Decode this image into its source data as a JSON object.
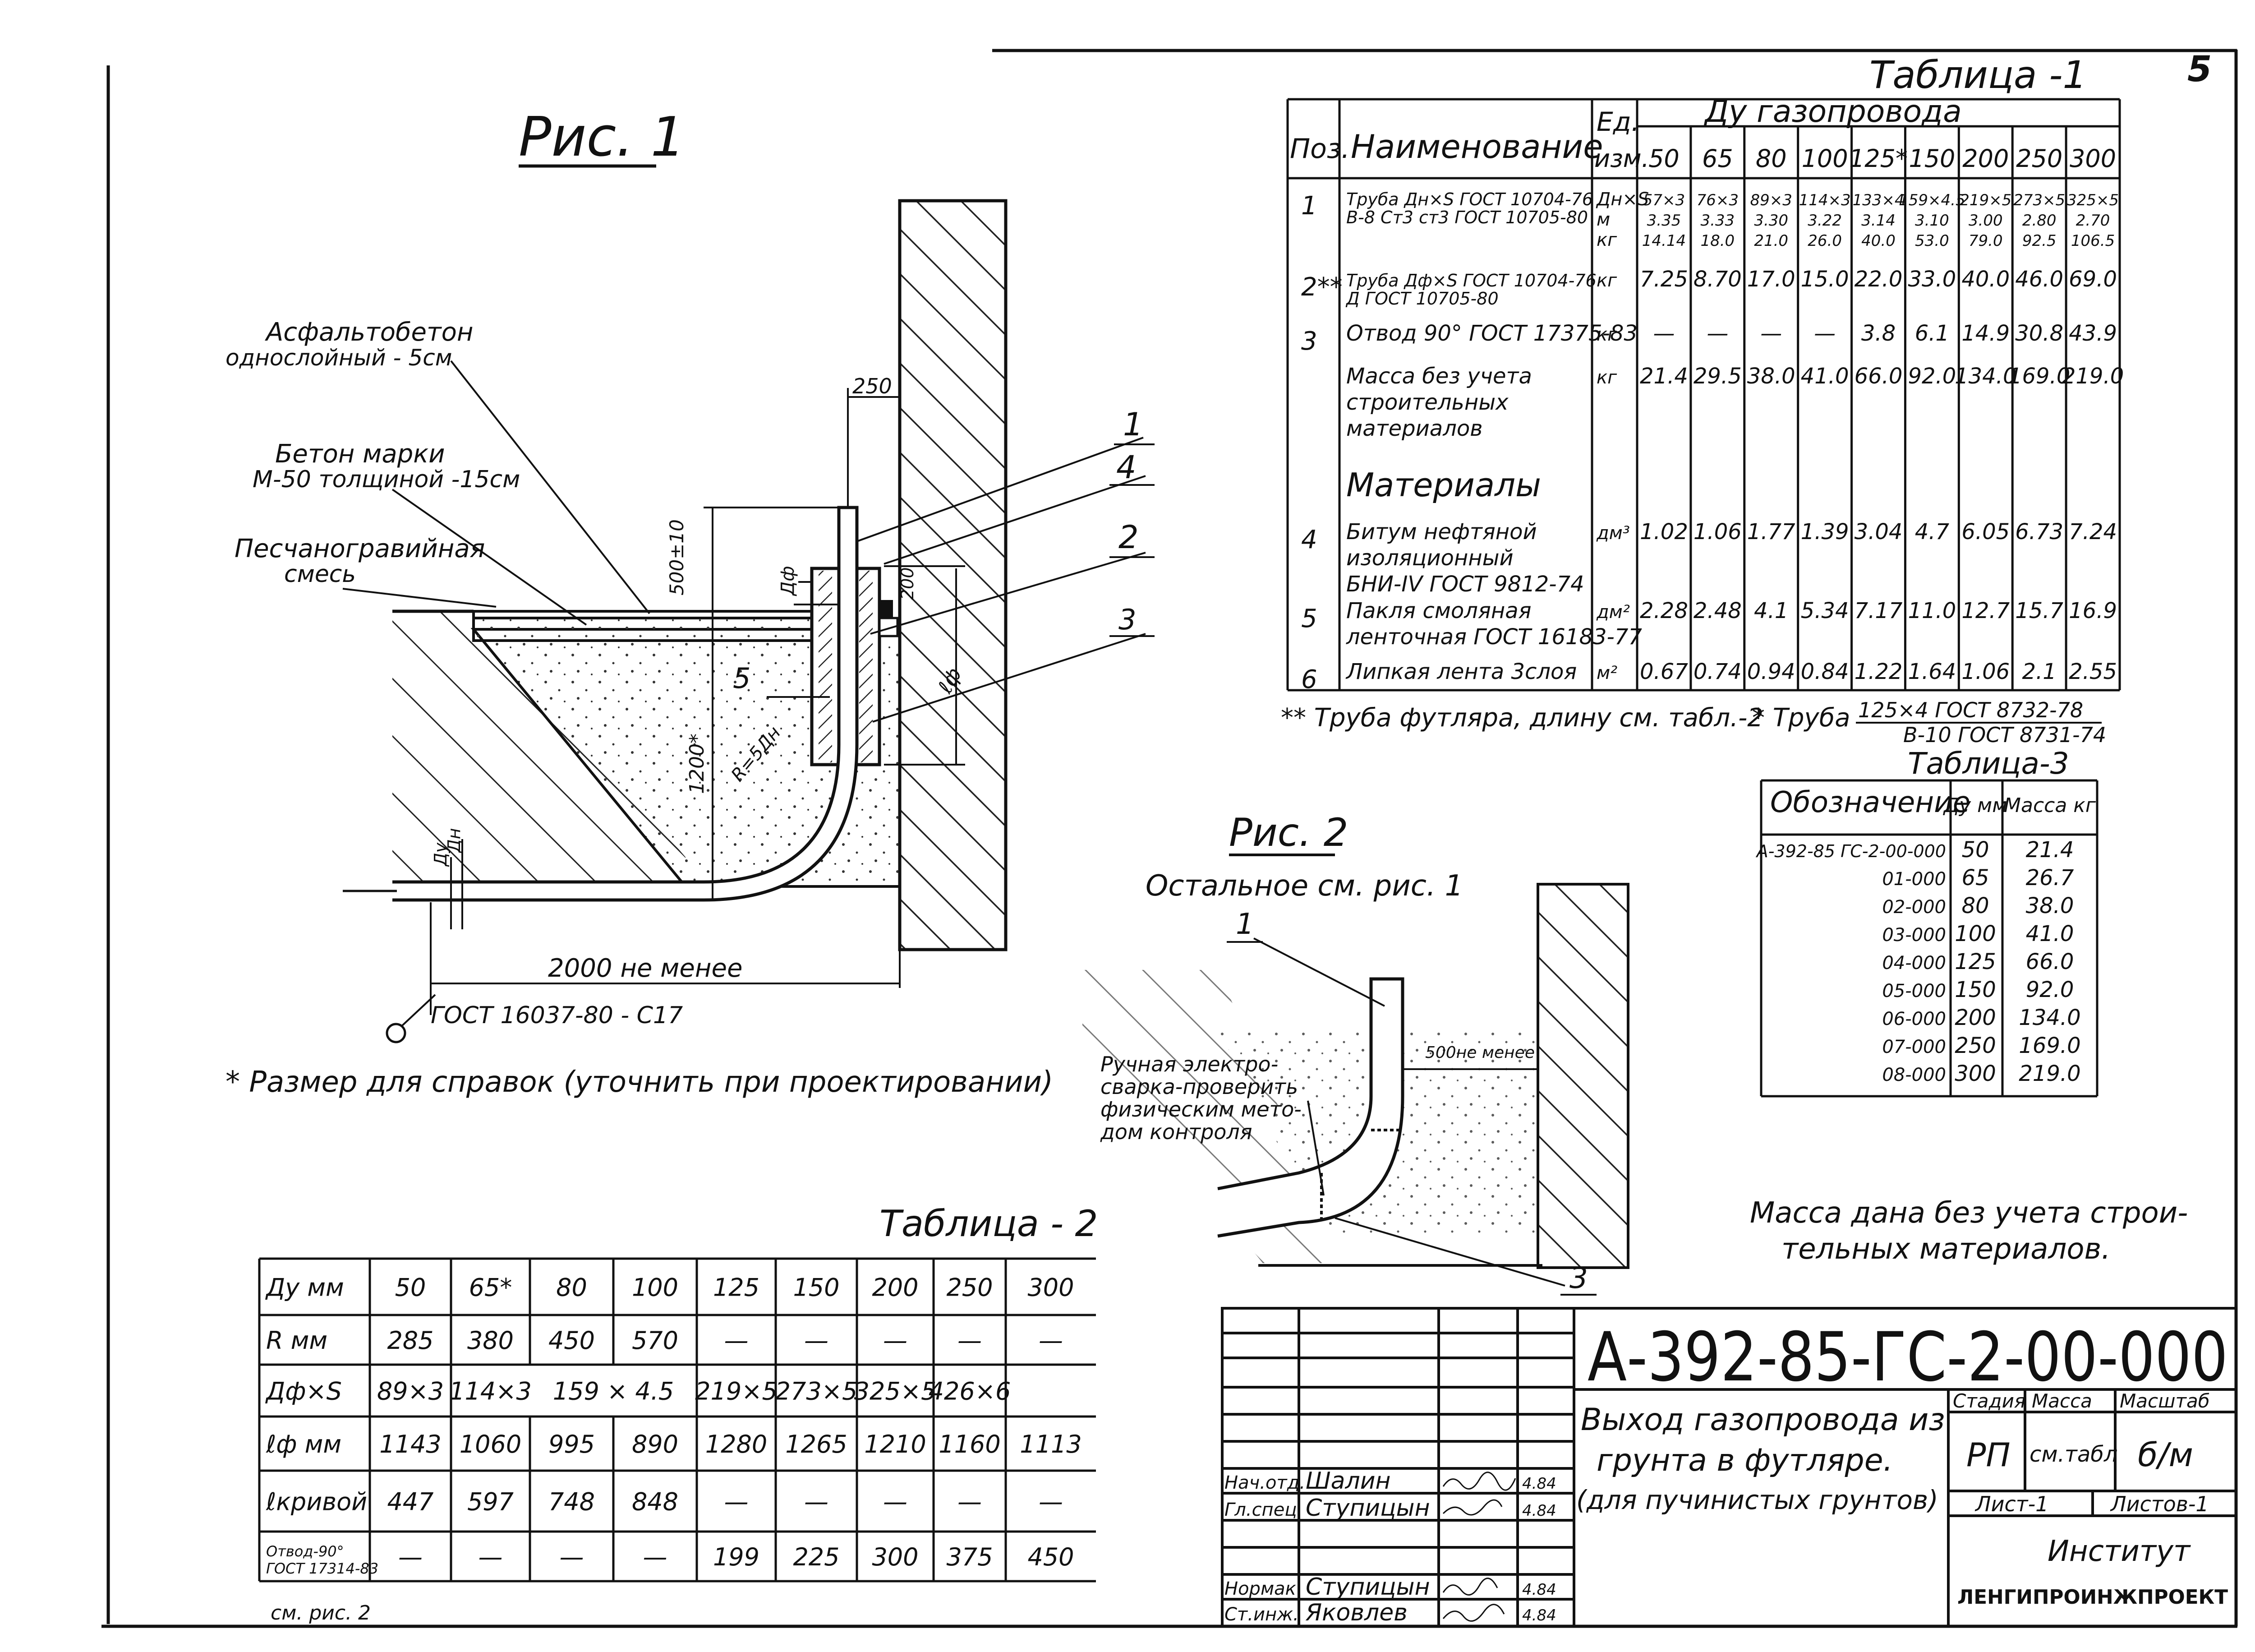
{
  "sheet_number": "5",
  "fig1": {
    "title": "Рис. 1",
    "label_asphalt_1": "Асфальтобетон",
    "label_asphalt_2": "однослойный - 5см",
    "label_concrete_1": "Бетон марки",
    "label_concrete_2": "М-50 толщиной -15см",
    "label_sand_1": "Песчаногравийная",
    "label_sand_2": "смесь",
    "dim_250": "250",
    "dim_500": "500±10",
    "dim_200": "200",
    "dim_1200": "1200*",
    "dim_df": "Дф",
    "dim_lf": "ℓф",
    "dim_R": "R=5Дн",
    "dim_du": "Ду",
    "dim_dn": "Дн",
    "dim_2000": "2000 не менее",
    "gost_weld": "ГОСТ 16037-80 - С17",
    "callouts": [
      "1",
      "4",
      "2",
      "5",
      "3"
    ],
    "footnote": "* Размер для справок (уточнить при проектировании)"
  },
  "fig2": {
    "title": "Рис. 2",
    "subtitle": "Остальное см. рис. 1",
    "callout_1": "1",
    "callout_3": "3",
    "dim_500": "500не менее",
    "weld_note": [
      "Ручная электро-",
      "сварка-проверить",
      "физическим мето-",
      "дом контроля"
    ]
  },
  "table1": {
    "title": "Таблица -1",
    "headers": {
      "pos": "Поз.",
      "name": "Наименование",
      "unit_1": "Ед.",
      "unit_2": "изм.",
      "du_group": "Ду газопровода",
      "du": [
        "50",
        "65",
        "80",
        "100",
        "125*",
        "150",
        "200",
        "250",
        "300"
      ]
    },
    "rows": [
      {
        "pos": "1",
        "name": [
          "Труба Дн×S ГОСТ 10704-76",
          "В-8 Ст3 ст3 ГОСТ 10705-80"
        ],
        "unit": [
          "Дн×S",
          "м",
          "кг"
        ],
        "values": [
          [
            "57×3",
            "76×3",
            "89×3",
            "114×3",
            "133×4",
            "159×4.5",
            "219×5",
            "273×5",
            "325×5"
          ],
          [
            "3.35",
            "3.33",
            "3.30",
            "3.22",
            "3.14",
            "3.10",
            "3.00",
            "2.80",
            "2.70"
          ],
          [
            "14.14",
            "18.0",
            "21.0",
            "26.0",
            "40.0",
            "53.0",
            "79.0",
            "92.5",
            "106.5"
          ]
        ]
      },
      {
        "pos": "2**",
        "name": [
          "Труба Дф×S ГОСТ 10704-76",
          "Д ГОСТ 10705-80"
        ],
        "unit": [
          "кг"
        ],
        "values": [
          [
            "7.25",
            "8.70",
            "17.0",
            "15.0",
            "22.0",
            "33.0",
            "40.0",
            "46.0",
            "69.0"
          ]
        ]
      },
      {
        "pos": "3",
        "name": [
          "Отвод 90° ГОСТ 17375-83"
        ],
        "unit": [
          "кг"
        ],
        "values": [
          [
            "—",
            "—",
            "—",
            "—",
            "3.8",
            "6.1",
            "14.9",
            "30.8",
            "43.9"
          ]
        ]
      },
      {
        "pos": "",
        "name": [
          "Масса без учета",
          "строительных",
          "материалов"
        ],
        "unit": [
          "кг"
        ],
        "values": [
          [
            "21.4",
            "29.5",
            "38.0",
            "41.0",
            "66.0",
            "92.0",
            "134.0",
            "169.0",
            "219.0"
          ]
        ]
      },
      {
        "pos": "",
        "name": [
          "Материалы"
        ],
        "unit": [
          ""
        ],
        "values": []
      },
      {
        "pos": "4",
        "name": [
          "Битум нефтяной",
          "изоляционный",
          "БНИ-IV ГОСТ 9812-74"
        ],
        "unit": [
          "дм³"
        ],
        "values": [
          [
            "1.02",
            "1.06",
            "1.77",
            "1.39",
            "3.04",
            "4.7",
            "6.05",
            "6.73",
            "7.24"
          ]
        ]
      },
      {
        "pos": "5",
        "name": [
          "Пакля смоляная",
          "ленточная ГОСТ 16183-77"
        ],
        "unit": [
          "дм²"
        ],
        "values": [
          [
            "2.28",
            "2.48",
            "4.1",
            "5.34",
            "7.17",
            "11.0",
            "12.7",
            "15.7",
            "16.9"
          ]
        ]
      },
      {
        "pos": "6",
        "name": [
          "Липкая лента 3слоя"
        ],
        "unit": [
          "м²"
        ],
        "values": [
          [
            "0.67",
            "0.74",
            "0.94",
            "0.84",
            "1.22",
            "1.64",
            "1.06",
            "2.1",
            "2.55"
          ]
        ]
      }
    ],
    "footnote_left": "** Труба футляра, длину см. табл.-2",
    "footnote_right_1": "* Труба",
    "footnote_right_num": "125×4 ГОСТ 8732-78",
    "footnote_right_den": "В-10 ГОСТ 8731-74"
  },
  "table3": {
    "title": "Таблица-3",
    "headers": [
      "Обозначение",
      "Ду мм",
      "Масса кг"
    ],
    "rows": [
      [
        "А-392-85 ГС-2-00-000",
        "50",
        "21.4"
      ],
      [
        "01-000",
        "65",
        "26.7"
      ],
      [
        "02-000",
        "80",
        "38.0"
      ],
      [
        "03-000",
        "100",
        "41.0"
      ],
      [
        "04-000",
        "125",
        "66.0"
      ],
      [
        "05-000",
        "150",
        "92.0"
      ],
      [
        "06-000",
        "200",
        "134.0"
      ],
      [
        "07-000",
        "250",
        "169.0"
      ],
      [
        "08-000",
        "300",
        "219.0"
      ]
    ]
  },
  "table2": {
    "title": "Таблица - 2",
    "rows": [
      [
        "Ду мм",
        "50",
        "65*",
        "80",
        "100",
        "125",
        "150",
        "200",
        "250",
        "300"
      ],
      [
        "R мм",
        "285",
        "380",
        "450",
        "570",
        "—",
        "—",
        "—",
        "—",
        "—"
      ],
      [
        "Дф×S",
        "89×3",
        "114×3",
        "159 × 4.5",
        "",
        "219×5",
        "273×5",
        "325×5",
        "426×6",
        ""
      ],
      [
        "ℓф мм",
        "1143",
        "1060",
        "995",
        "890",
        "1280",
        "1265",
        "1210",
        "1160",
        "1113"
      ],
      [
        "ℓкривой",
        "447",
        "597",
        "748",
        "848",
        "—",
        "—",
        "—",
        "—",
        "—"
      ],
      [
        "Отвод-90° ГОСТ 17314-83",
        "—",
        "—",
        "—",
        "—",
        "199",
        "225",
        "300",
        "375",
        "450"
      ]
    ],
    "footnote": "см. рис. 2"
  },
  "mass_note": [
    "Масса дана без учета строи-",
    "тельных материалов."
  ],
  "title_block": {
    "doc_code": "А-392-85-ГС-2-00-000",
    "title_lines": [
      "Выход газопровода из",
      "грунта в футляре.",
      "(для пучинистых грунтов)"
    ],
    "stage_label": "Стадия",
    "mass_label": "Масса",
    "scale_label": "Масштаб",
    "stage": "РП",
    "mass": "см.табл",
    "scale": "б/м",
    "sheet": "Лист-1",
    "sheets": "Листов-1",
    "institute_1": "Институт",
    "institute_2": "ЛЕНГИПРОИНЖПРОЕКТ",
    "people": [
      {
        "role": "Нач.отд.",
        "name": "Шалин",
        "date": "4.84"
      },
      {
        "role": "Гл.спец.",
        "name": "Ступицын",
        "date": "4.84"
      },
      {
        "role": "Нормак",
        "name": "Ступицын",
        "date": "4.84"
      },
      {
        "role": "Ст.инж.",
        "name": "Яковлев",
        "date": "4.84"
      }
    ]
  }
}
